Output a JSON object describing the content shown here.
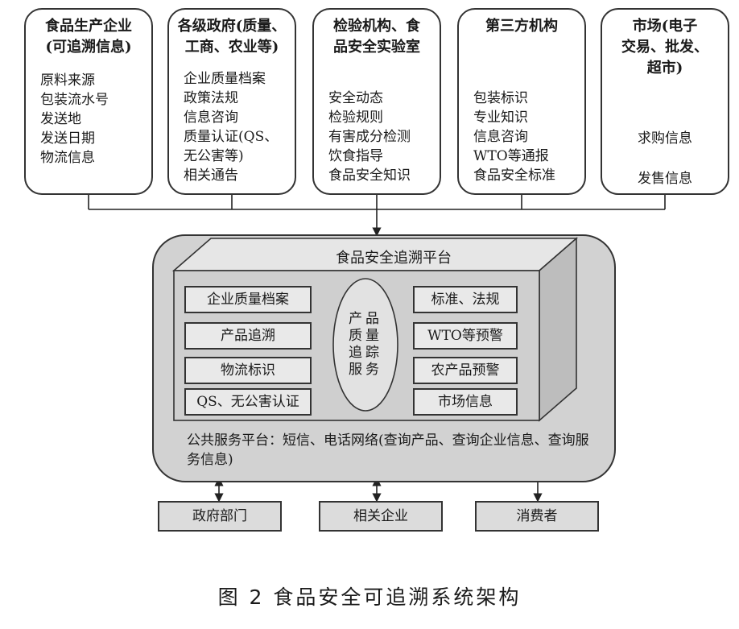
{
  "sources": [
    {
      "title": "食品生产企业\n(可追溯信息)",
      "items": [
        "原料来源",
        "包装流水号",
        "发送地",
        "发送日期",
        "物流信息"
      ]
    },
    {
      "title": "各级政府(质量、\n工商、农业等)",
      "items": [
        "企业质量档案",
        "政策法规",
        "信息咨询",
        "质量认证(QS、",
        "无公害等)",
        "相关通告"
      ]
    },
    {
      "title": "检验机构、食\n品安全实验室",
      "items": [
        "安全动态",
        "检验规则",
        "有害成分检测",
        "饮食指导",
        "食品安全知识"
      ]
    },
    {
      "title": "第三方机构",
      "items": [
        "包装标识",
        "专业知识",
        "信息咨询",
        "WTO等通报",
        "食品安全标准"
      ]
    },
    {
      "title": "市场(电子\n交易、批发、\n超市)",
      "items": [
        "求购信息",
        "发售信息"
      ]
    }
  ],
  "platform": {
    "title": "食品安全追溯平台",
    "left_items": [
      "企业质量档案",
      "产品追溯",
      "物流标识",
      "QS、无公害认证"
    ],
    "right_items": [
      "标准、法规",
      "WTO等预警",
      "农产品预警",
      "市场信息"
    ],
    "center_service": "产品质量追踪服务",
    "public_service": "公共服务平台：短信、电话网络(查询产品、查询企业信息、查询服务信息)"
  },
  "users": [
    "政府部门",
    "相关企业",
    "消费者"
  ],
  "caption": "图 2 食品安全可追溯系统架构"
}
